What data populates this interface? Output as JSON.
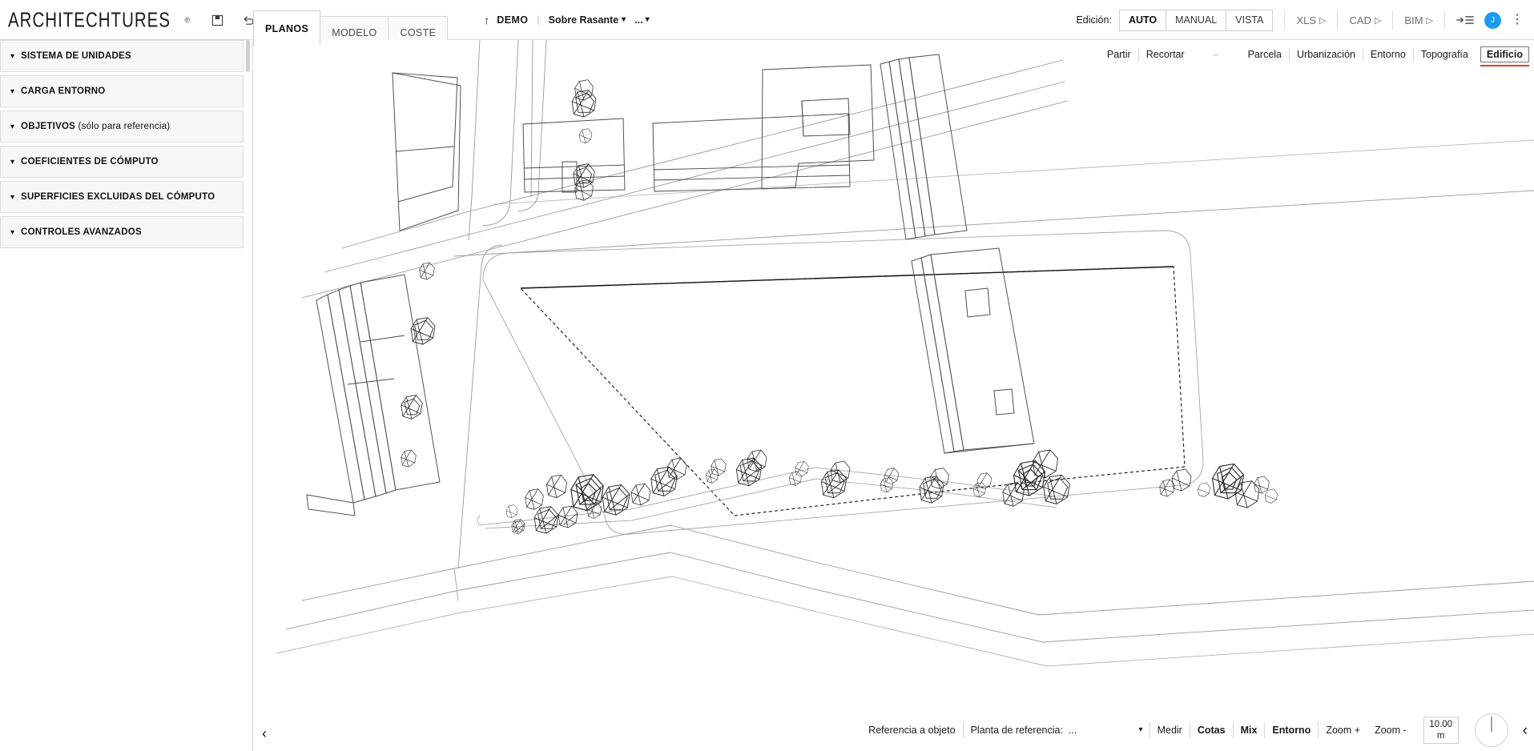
{
  "app": {
    "brand": "ARCHITECHTURES",
    "brand_reg": "®",
    "accent_blue": "#1c9bf0",
    "accent_red": "#e03a28"
  },
  "toolbar_icons": {
    "save": "save-icon",
    "undo": "undo-icon",
    "redo": "redo-icon"
  },
  "tabs": [
    {
      "label": "PLANOS",
      "active": true
    },
    {
      "label": "MODELO",
      "active": false
    },
    {
      "label": "COSTE",
      "active": false
    }
  ],
  "project": {
    "up_arrow": "↑",
    "name": "DEMO",
    "separator": "|",
    "level": "Sobre Rasante",
    "more": "...",
    "caret": "⌄"
  },
  "edition": {
    "label": "Edición:",
    "options": [
      {
        "label": "AUTO",
        "active": true
      },
      {
        "label": "MANUAL",
        "active": false
      },
      {
        "label": "VISTA",
        "active": false
      }
    ]
  },
  "exports": [
    {
      "label": "XLS",
      "icon": "play-triangle-icon"
    },
    {
      "label": "CAD",
      "icon": "play-triangle-icon"
    },
    {
      "label": "BIM",
      "icon": "play-triangle-icon"
    }
  ],
  "header_actions": {
    "panel_toggle_icon": "collapse-list-icon",
    "avatar_initial": "J",
    "kebab_icon": "more-vertical-icon"
  },
  "sidebar": {
    "items": [
      {
        "label": "SISTEMA DE UNIDADES",
        "soft": ""
      },
      {
        "label": "CARGA ENTORNO",
        "soft": ""
      },
      {
        "label": "OBJETIVOS",
        "soft": " (sólo para referencia)"
      },
      {
        "label": "COEFICIENTES DE CÓMPUTO",
        "soft": ""
      },
      {
        "label": "SUPERFICIES EXCLUIDAS DEL CÓMPUTO",
        "soft": ""
      },
      {
        "label": "CONTROLES AVANZADOS",
        "soft": ""
      }
    ]
  },
  "canvas_toolbar": {
    "left_group": [
      {
        "label": "Partir",
        "state": "normal"
      },
      {
        "label": "Recortar",
        "state": "normal"
      },
      {
        "label": "–",
        "state": "dim"
      }
    ],
    "right_group": [
      {
        "label": "Parcela",
        "state": "normal"
      },
      {
        "label": "Urbanización",
        "state": "normal"
      },
      {
        "label": "Entorno",
        "state": "normal"
      },
      {
        "label": "Topografía",
        "state": "normal"
      },
      {
        "label": "Edificio",
        "state": "selected"
      }
    ]
  },
  "bottom_toolbar": {
    "object_reference": "Referencia a objeto",
    "reference_plan_label": "Planta de referencia:",
    "reference_plan_value": "...",
    "reference_plan_caret": "⌄",
    "actions": [
      {
        "label": "Medir",
        "bold": false
      },
      {
        "label": "Cotas",
        "bold": true
      },
      {
        "label": "Mix",
        "bold": true
      },
      {
        "label": "Entorno",
        "bold": true
      },
      {
        "label": "Zoom +",
        "bold": false
      },
      {
        "label": "Zoom -",
        "bold": false
      }
    ],
    "scale_value": "10.00",
    "scale_unit": "m",
    "compass": "compass-dial",
    "collapse_right_icon": "‹",
    "collapse_left_icon": "‹"
  },
  "drawing": {
    "description": "CAD site plan: streets, surrounding buildings, central plot outlined with dashed boundary, rows of tree wireframe symbols"
  }
}
